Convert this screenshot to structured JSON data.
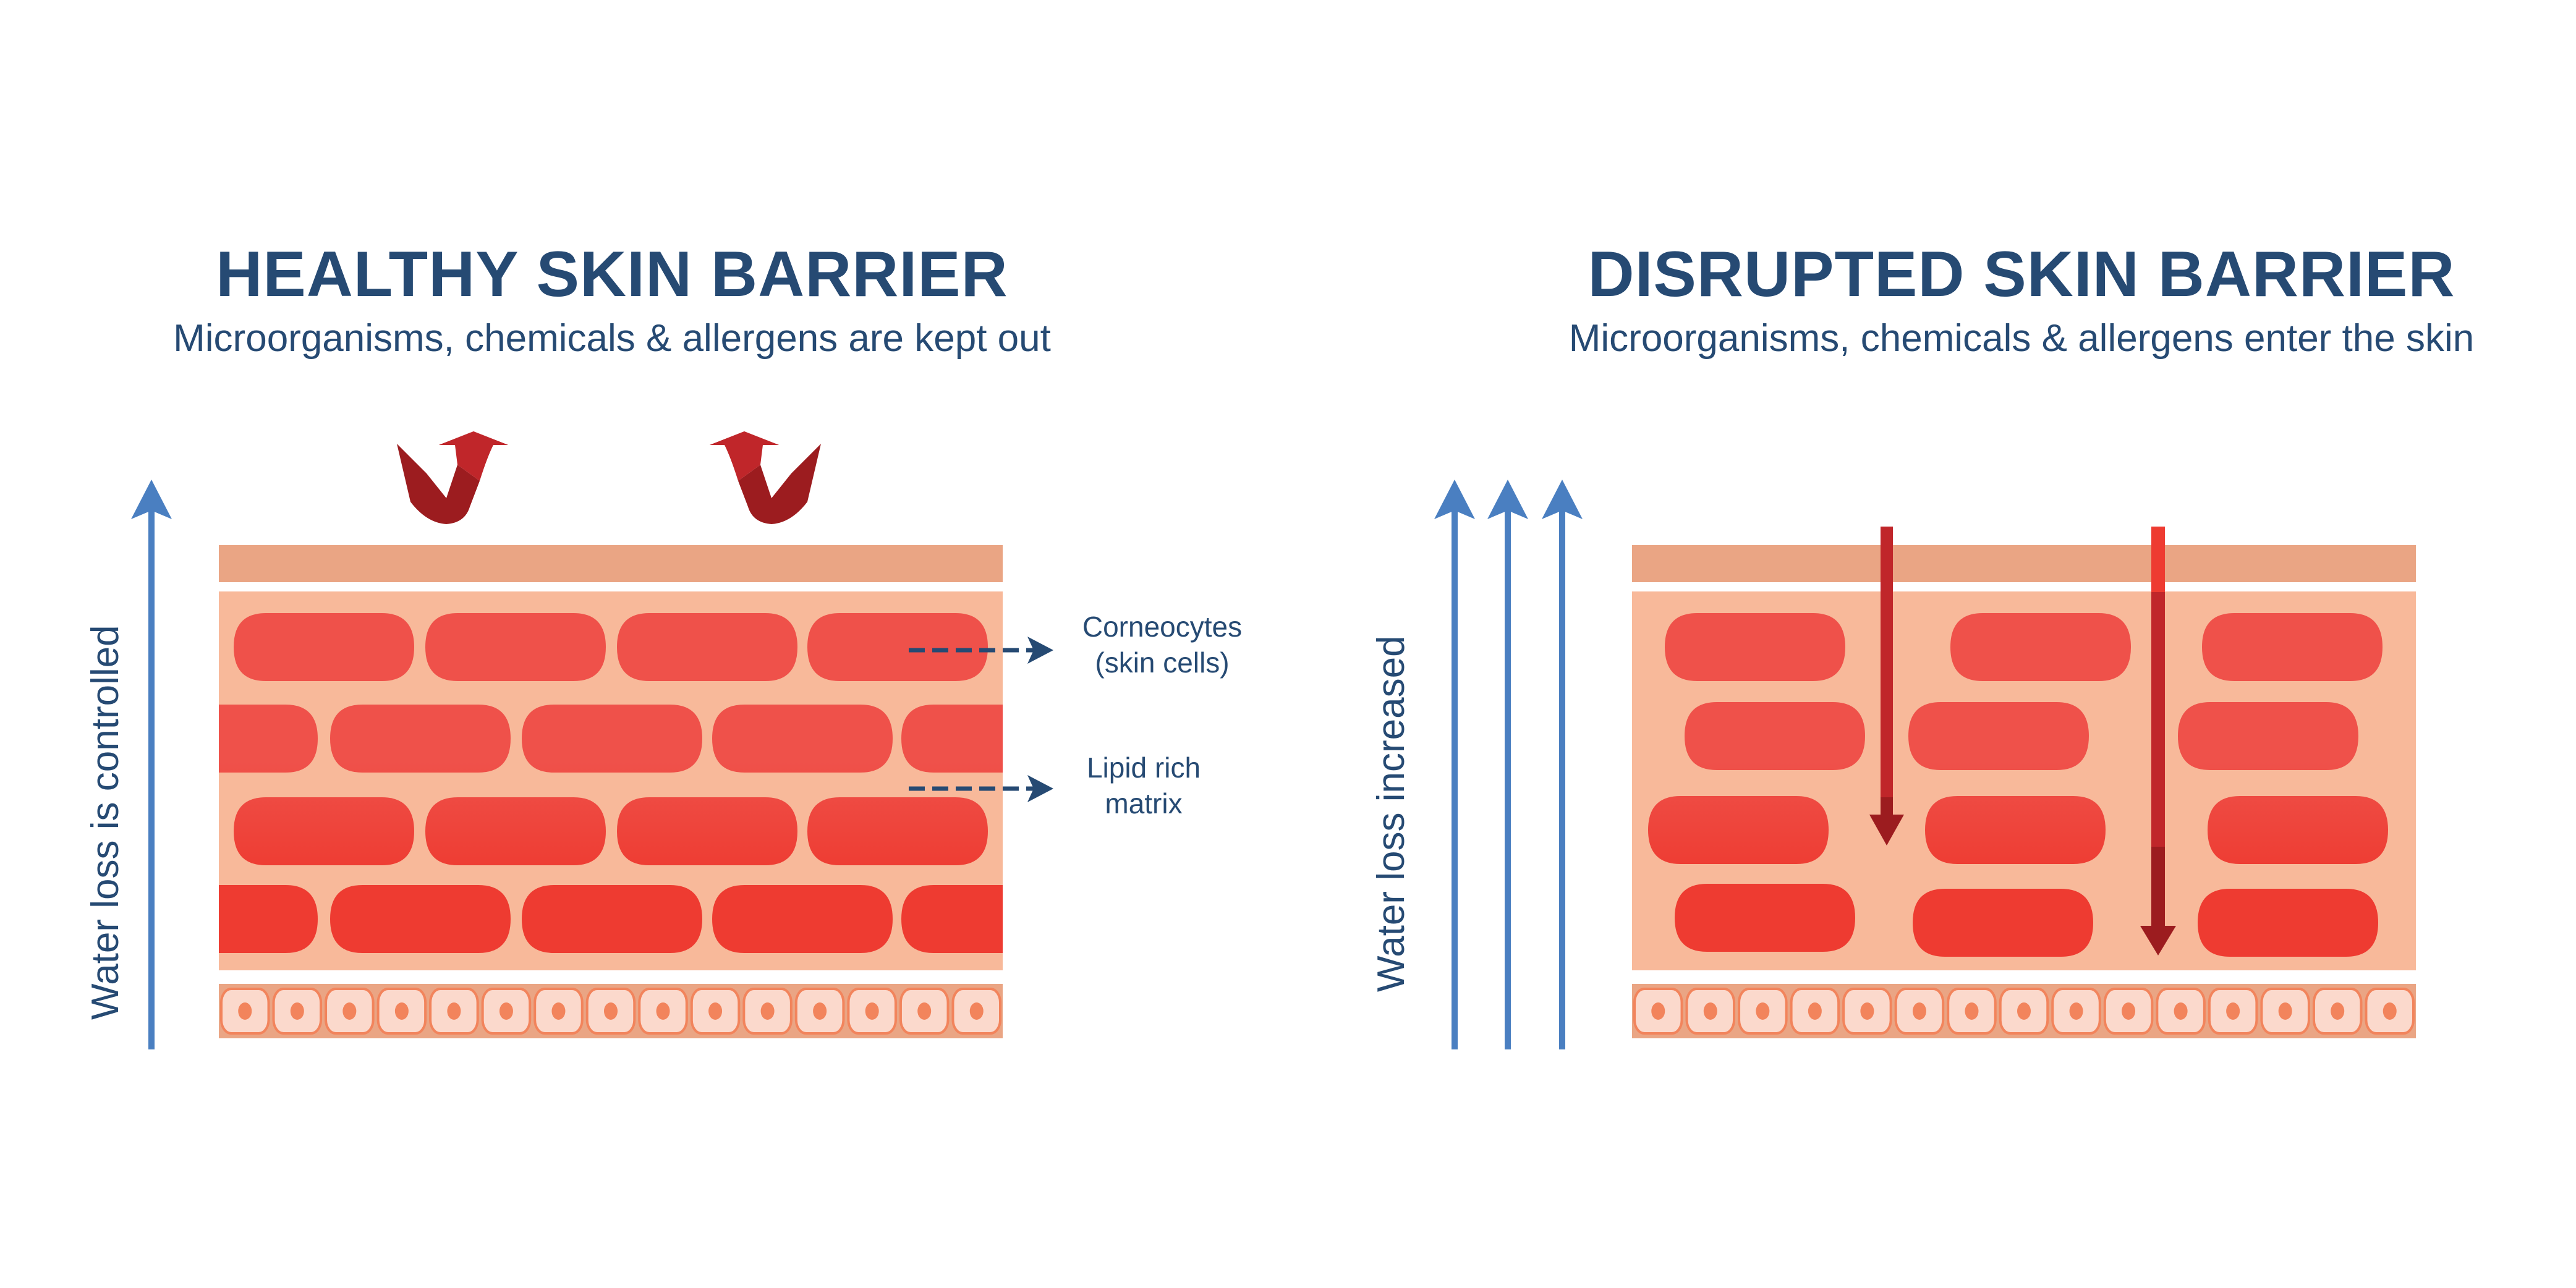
{
  "colors": {
    "heading": "#264a73",
    "water_arrow": "#4a7fc1",
    "top_layer": "#eaa584",
    "lipid_matrix": "#f8b99a",
    "corneocyte_top": "#ef514a",
    "corneocyte_bottom": "#ee3b31",
    "basal_bg": "#eaa584",
    "basal_cell": "#fbd9cc",
    "basal_border": "#f2845c",
    "nucleus": "#f2845c",
    "red_arrow_light": "#c0262a",
    "red_arrow_dark": "#9c1c1f",
    "red_arrow_bright": "#ee3b31"
  },
  "healthy": {
    "title": "HEALTHY SKIN BARRIER",
    "subtitle": "Microorganisms, chemicals & allergens are kept out",
    "side_label": "Water loss is controlled",
    "water_arrow_count": 1,
    "deflected_arrow_count": 2,
    "annotations": [
      {
        "line1": "Corneocytes",
        "line2": "(skin cells)"
      },
      {
        "line1": "Lipid rich",
        "line2": "matrix"
      }
    ]
  },
  "disrupted": {
    "title": "DISRUPTED SKIN BARRIER",
    "subtitle": "Microorganisms, chemicals & allergens enter the skin",
    "side_label": "Water loss increased",
    "water_arrow_count": 3,
    "penetrating_arrow_count": 2
  },
  "basal_cell_count": 15
}
